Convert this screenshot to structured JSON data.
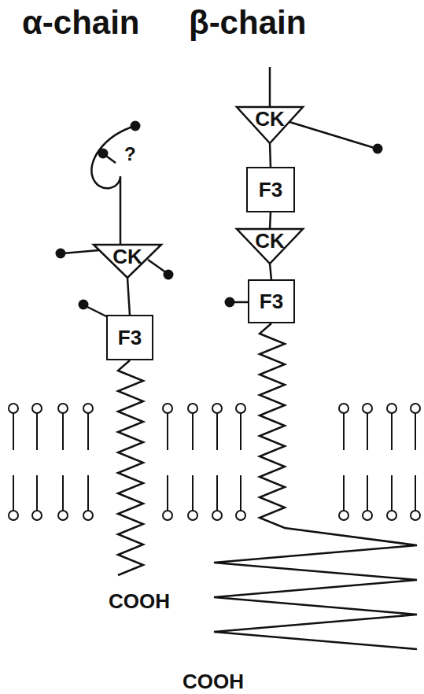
{
  "diagram": {
    "nodes": [
      {
        "text": [
          "CK"
        ]
      },
      {
        "text": [
          "F3"
        ]
      },
      {
        "text": [
          "CK"
        ]
      },
      {
        "text": [
          "F3"
        ]
      },
      {
        "text": [
          "CK"
        ]
      },
      {
        "text": [
          "F3"
        ]
      }
    ],
    "edges": [
      {
        "from": 0,
        "to": 1,
        "arrow": "none"
      },
      {
        "from": 2,
        "to": 3,
        "arrow": "none"
      },
      {
        "from": 3,
        "to": 4,
        "arrow": "none"
      },
      {
        "from": 4,
        "to": 5,
        "arrow": "none"
      }
    ],
    "labels": [
      "α-chain",
      "β-chain",
      "?",
      "COOH",
      "COOH"
    ]
  }
}
